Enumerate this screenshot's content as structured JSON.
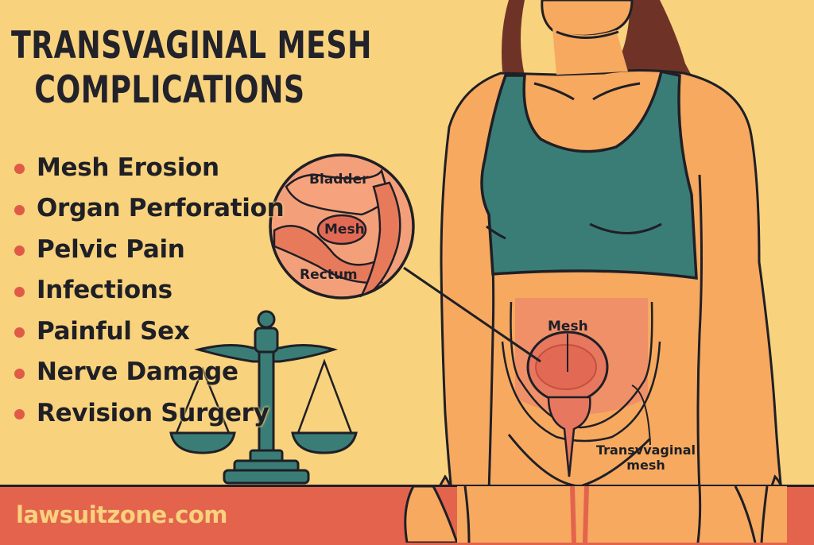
{
  "title": {
    "line1": "TRANSVAGINAL MESH",
    "line2": "COMPLICATIONS"
  },
  "complications": [
    {
      "label": "Mesh Erosion"
    },
    {
      "label": "Organ Perforation"
    },
    {
      "label": "Pelvic Pain"
    },
    {
      "label": "Infections"
    },
    {
      "label": "Painful Sex"
    },
    {
      "label": "Nerve Damage"
    },
    {
      "label": "Revision Surgery"
    }
  ],
  "inset_diagram": {
    "labels": {
      "bladder": "Bladder",
      "mesh": "Mesh",
      "rectum": "Rectum"
    }
  },
  "body_diagram": {
    "labels": {
      "mesh": "Mesh",
      "callout_line1": "Transvvaginal",
      "callout_line2": "mesh"
    }
  },
  "footer": {
    "website": "lawsuitzone.com"
  },
  "icons": {
    "scale": "scales-of-justice-icon",
    "bullet": "bullet-dot-icon"
  },
  "colors": {
    "background": "#f8d27d",
    "footer": "#e4634d",
    "text": "#1f1f26",
    "bullet": "#e05a48",
    "top": "#3a7d77",
    "skin": "#f6a95f",
    "hair": "#6e3326",
    "organ": "#e7775e"
  }
}
